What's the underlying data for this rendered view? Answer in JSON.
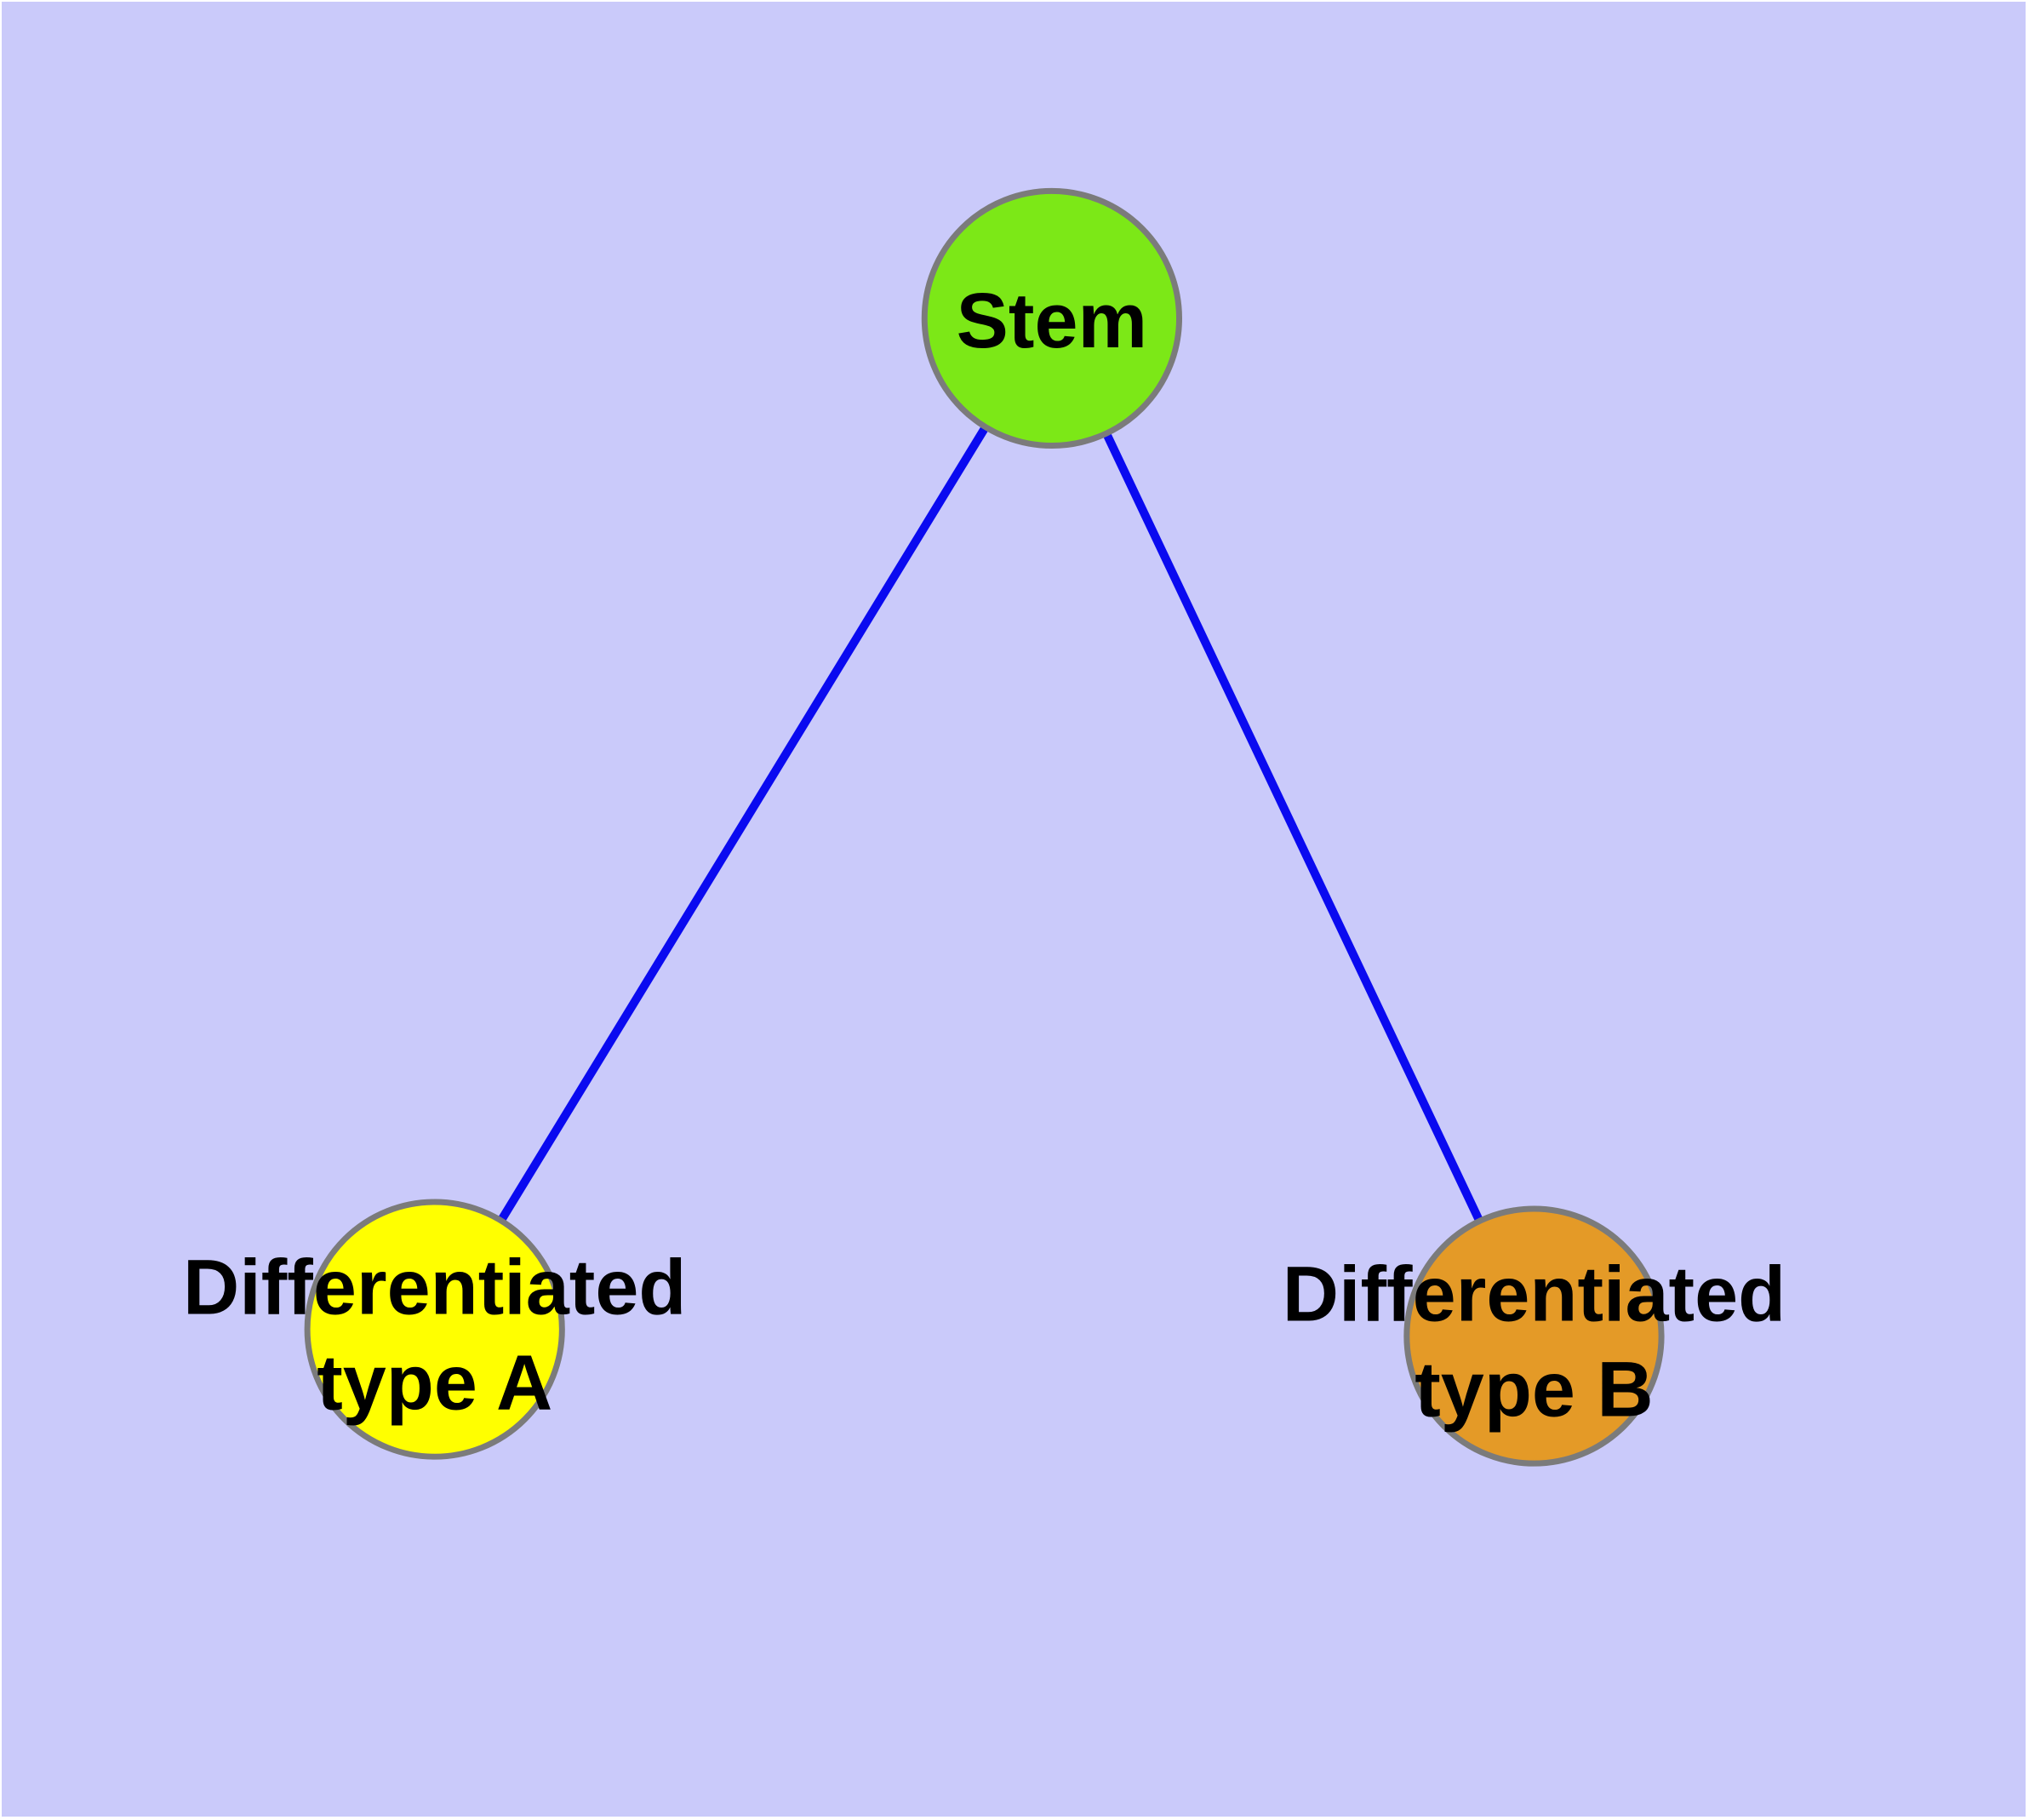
{
  "diagram": {
    "background_color": "#CACAFA",
    "edge_color": "#0A0AF0",
    "node_border_color": "#7B7B7B",
    "label_color": "#000000",
    "nodes": [
      {
        "id": "stem",
        "label": "Stem",
        "fill_color": "#7CE817"
      },
      {
        "id": "differentiated-type-a",
        "label_line1": "Differentiated",
        "label_line2": "type A",
        "fill_color": "#FFFF00"
      },
      {
        "id": "differentiated-type-b",
        "label_line1": "Differentiated",
        "label_line2": "type B",
        "fill_color": "#E49A27"
      }
    ],
    "edges": [
      {
        "id": "stem-to-type-a",
        "from": "stem",
        "to": "differentiated-type-a"
      },
      {
        "id": "stem-to-type-b",
        "from": "stem",
        "to": "differentiated-type-b"
      }
    ]
  }
}
